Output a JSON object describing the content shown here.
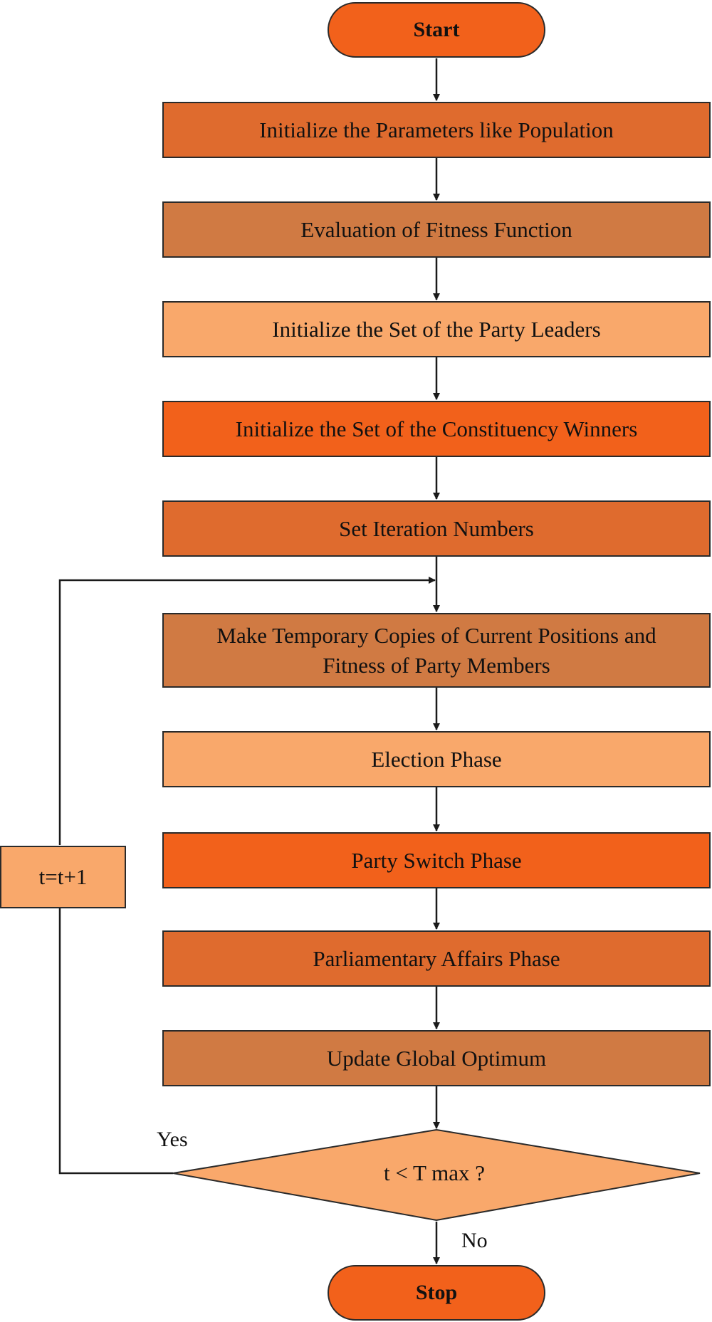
{
  "colors": {
    "bright_orange": "#f2611b",
    "orange": "#df6b2e",
    "muted_orange": "#d07a43",
    "light_orange": "#f9a86b",
    "line": "#1a1a1a"
  },
  "flowchart": {
    "start": "Start",
    "steps": [
      "Initialize the Parameters like Population",
      "Evaluation of Fitness Function",
      "Initialize the Set of the Party Leaders",
      "Initialize the Set of the Constituency Winners",
      "Set Iteration Numbers",
      "Make Temporary Copies of Current Positions and Fitness of Party Members",
      "Election Phase",
      "Party Switch Phase",
      "Parliamentary Affairs Phase",
      "Update Global Optimum"
    ],
    "decision": "t < T max ?",
    "loop_update": "t=t+1",
    "yes_label": "Yes",
    "no_label": "No",
    "stop": "Stop"
  }
}
